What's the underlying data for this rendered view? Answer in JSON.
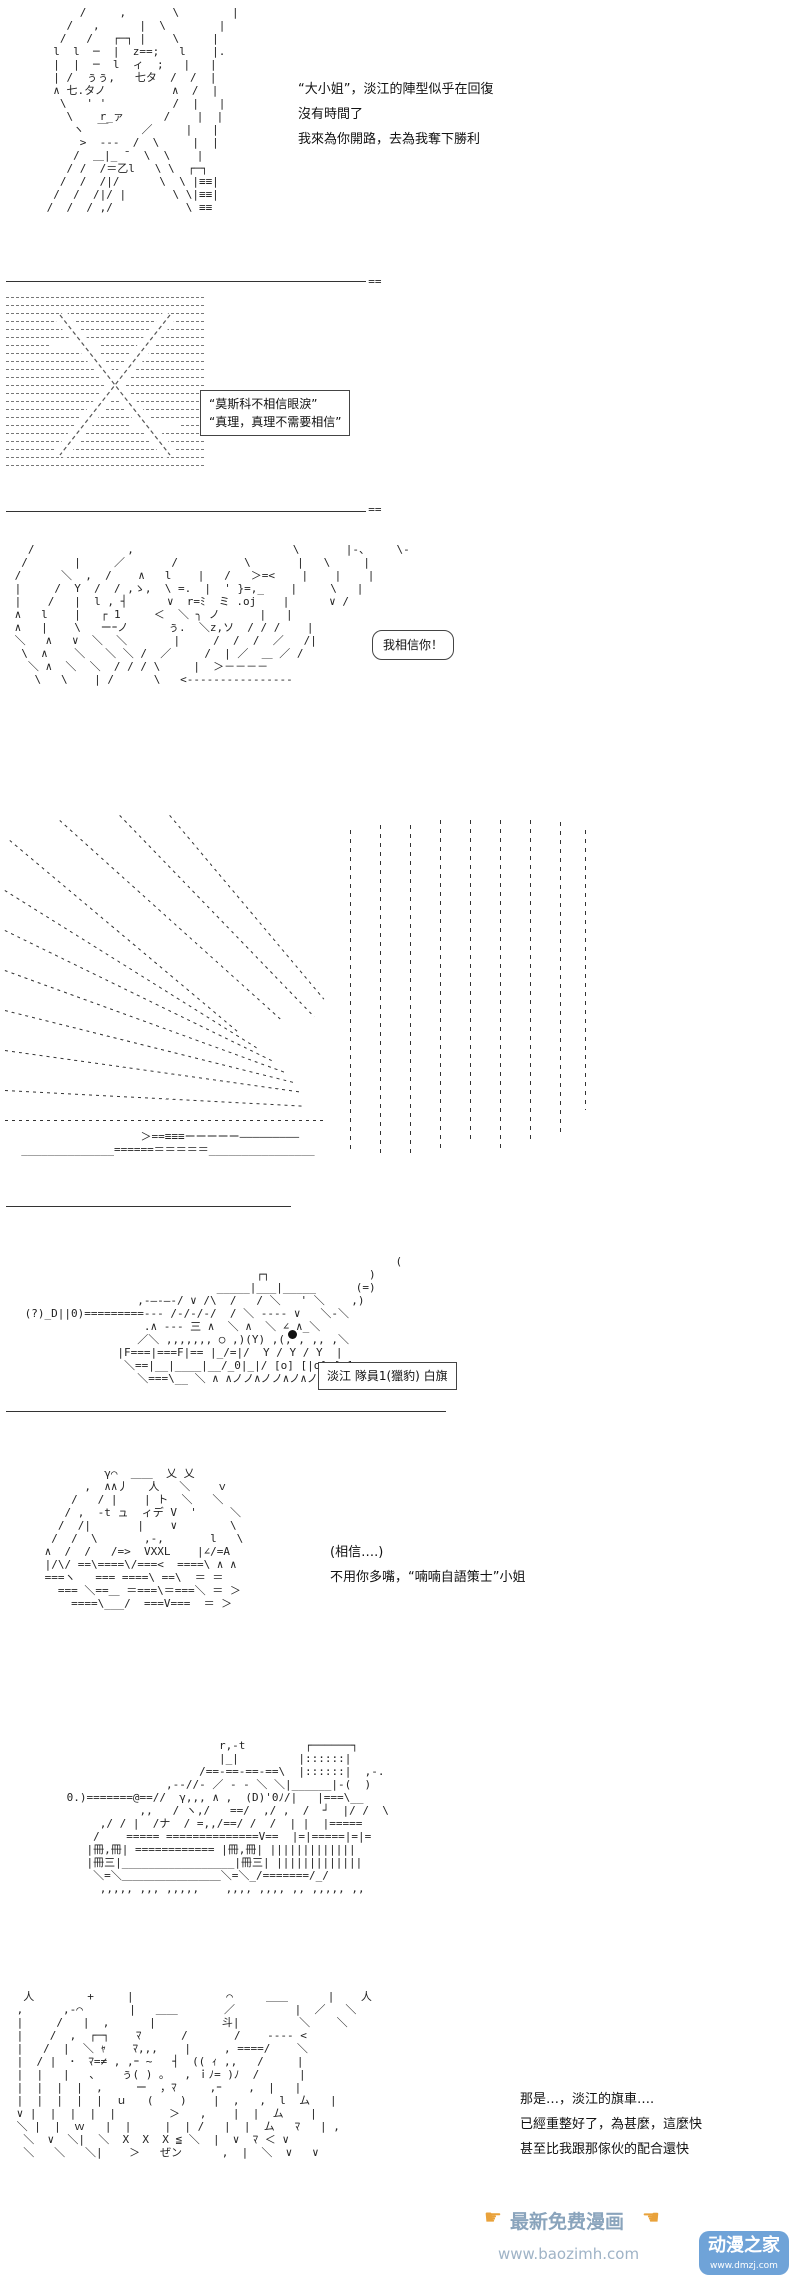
{
  "panel1": {
    "dialogue": [
      "“大小姐”，淡江的陣型似乎在回復",
      "沒有時間了",
      "我來為你開路，去為我奪下勝利"
    ]
  },
  "panel2": {
    "box_lines": [
      "“莫斯科不相信眼淚”",
      "“真理，真理不需要相信”"
    ]
  },
  "panel3": {
    "bubble": "我相信你！"
  },
  "panel5": {
    "tank_label": "淡江 隊員1(獵豹) 白旗"
  },
  "panel6": {
    "dialogue": [
      "(相信….)",
      "不用你多嘴，“喃喃自語策士”小姐"
    ]
  },
  "panel8": {
    "dialogue": [
      "那是…，淡江的旗車….",
      "已經重整好了，為甚麼，這麼快",
      "甚至比我跟那傢伙的配合還快"
    ]
  },
  "watermark": {
    "line1": "最新免费漫画",
    "url": "www.baozimh.com",
    "logo": "动漫之家",
    "logo_sub": "www.dmzj.com"
  }
}
